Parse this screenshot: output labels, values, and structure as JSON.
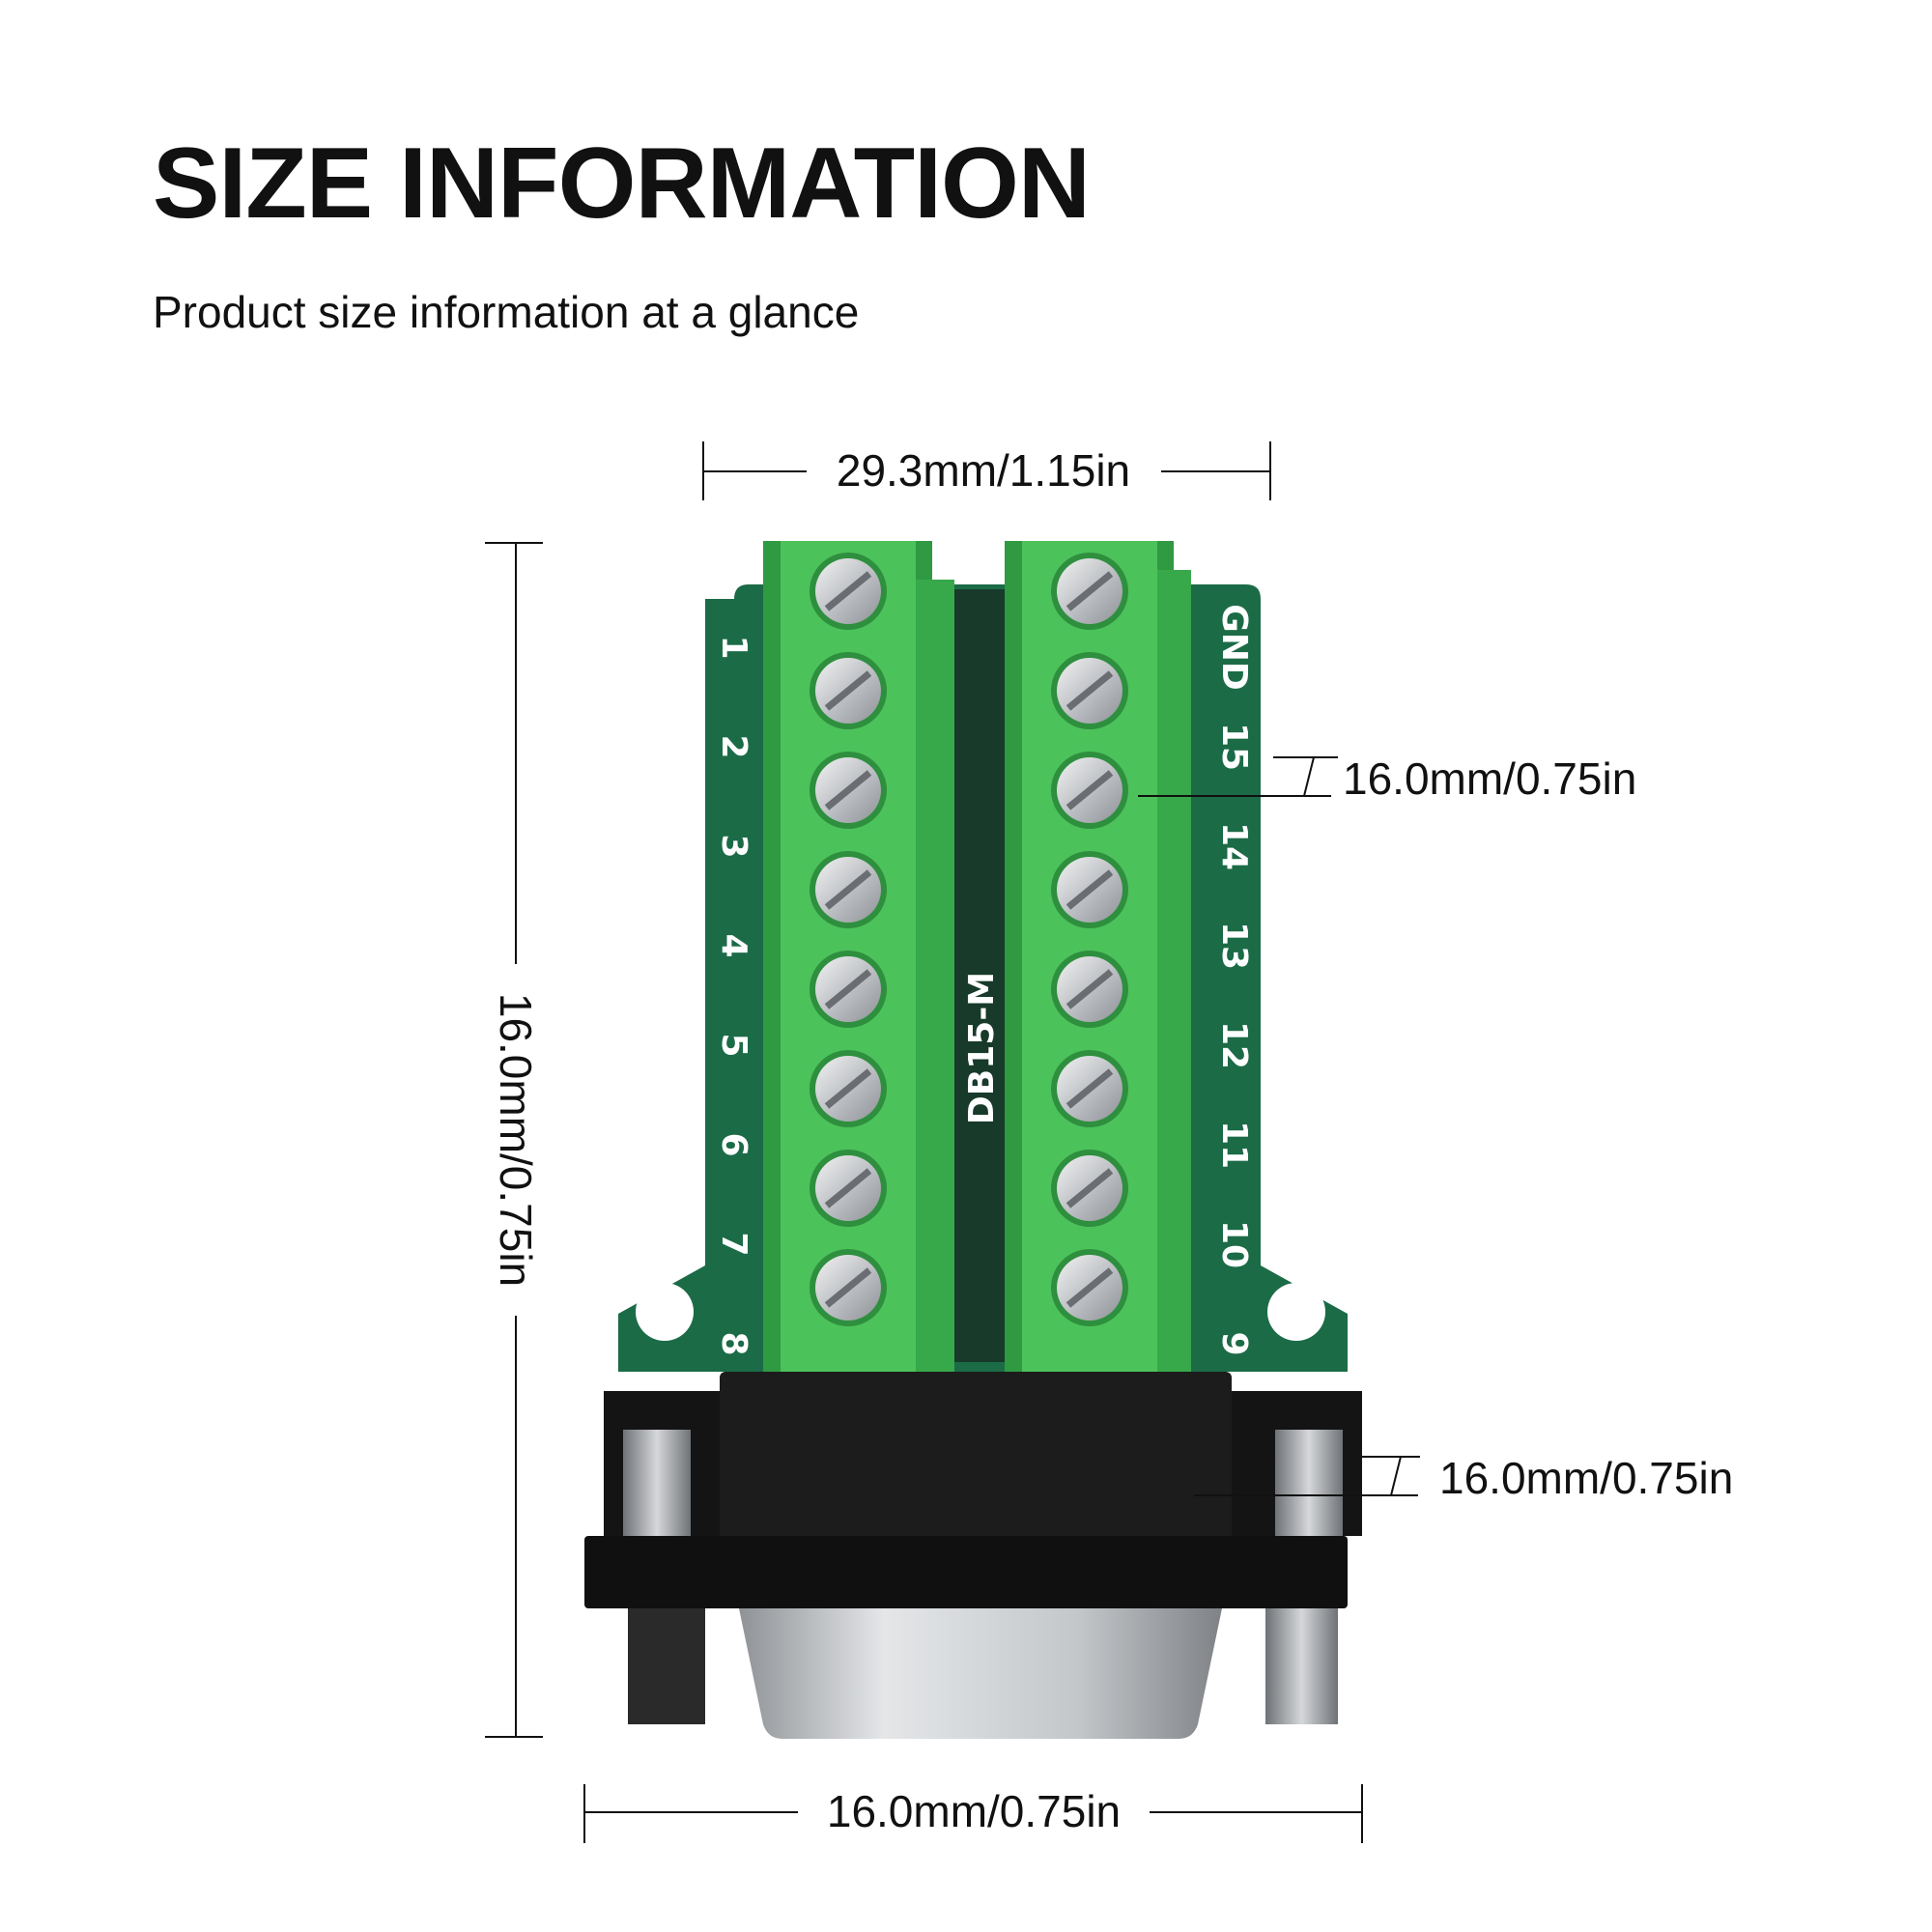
{
  "header": {
    "title": "SIZE INFORMATION",
    "subtitle": "Product size information at a glance"
  },
  "dimensions": {
    "top_width": "29.3mm/1.15in",
    "overall_height": "16.0mm/0.75in",
    "terminal_pitch": "16.0mm/0.75in",
    "flange_thickness": "16.0mm/0.75in",
    "bottom_width": "16.0mm/0.75in"
  },
  "board": {
    "model": "DB15-M",
    "left_pins": [
      "1",
      "2",
      "3",
      "4",
      "5",
      "6",
      "7",
      "8"
    ],
    "right_pins": [
      "GND",
      "15",
      "14",
      "13",
      "12",
      "11",
      "10",
      "9"
    ]
  },
  "colors": {
    "pcb": "#1b6b47",
    "terminal_block": "#4cc25a",
    "terminal_shadow": "#2f9a42",
    "connector_body": "#1c1c1c",
    "shell": "#b9bcc0"
  }
}
